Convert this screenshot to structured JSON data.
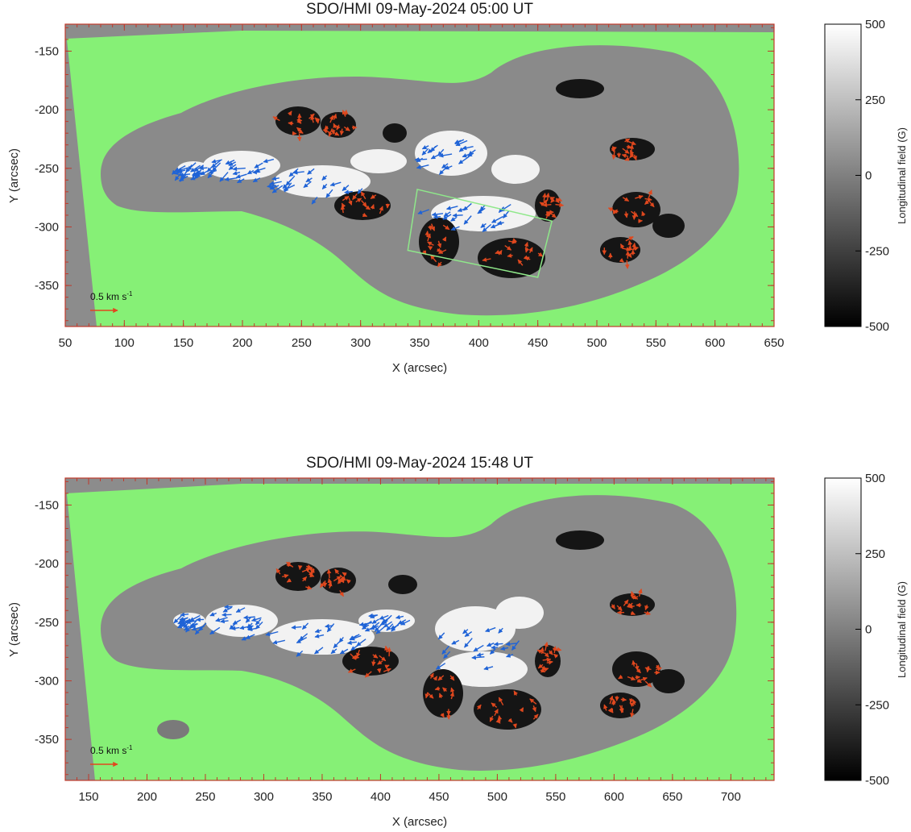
{
  "colors": {
    "mask": "#86f076",
    "frame": "#c0392b",
    "positive_arrow": "#1f63d6",
    "negative_arrow": "#e0481e",
    "box": "#8fe88a",
    "region_mid": "#8a8a8a"
  },
  "panels": [
    {
      "title": "SDO/HMI 09-May-2024 05:00 UT",
      "xlabel": "X (arcsec)",
      "ylabel": "Y (arcsec)",
      "xlim": [
        50,
        650
      ],
      "ylim": [
        -385,
        -127
      ],
      "xticks": [
        "50",
        "100",
        "150",
        "200",
        "250",
        "300",
        "350",
        "400",
        "450",
        "500",
        "550",
        "600",
        "650"
      ],
      "yticks": [
        "-150",
        "-200",
        "-250",
        "-300",
        "-350"
      ],
      "scale_arrow": {
        "label": "0.5 km s",
        "superscript": "-1"
      },
      "box": [
        [
          348,
          -268
        ],
        [
          462,
          -295
        ],
        [
          450,
          -343
        ],
        [
          340,
          -320
        ]
      ],
      "colorbar": {
        "label": "Longitudinal field (G)",
        "ticks": [
          "500",
          "250",
          "0",
          "-250",
          "-500"
        ],
        "range": [
          -500,
          500
        ]
      }
    },
    {
      "title": "SDO/HMI 09-May-2024 15:48 UT",
      "xlabel": "X (arcsec)",
      "ylabel": "Y (arcsec)",
      "xlim": [
        130,
        737
      ],
      "ylim": [
        -385,
        -127
      ],
      "xticks": [
        "150",
        "200",
        "250",
        "300",
        "350",
        "400",
        "450",
        "500",
        "550",
        "600",
        "650",
        "700"
      ],
      "yticks": [
        "-150",
        "-200",
        "-250",
        "-300",
        "-350"
      ],
      "scale_arrow": {
        "label": "0.5 km s",
        "superscript": "-1"
      },
      "colorbar": {
        "label": "Longitudinal field (G)",
        "ticks": [
          "500",
          "250",
          "0",
          "-250",
          "-500"
        ],
        "range": [
          -500,
          500
        ]
      }
    }
  ]
}
